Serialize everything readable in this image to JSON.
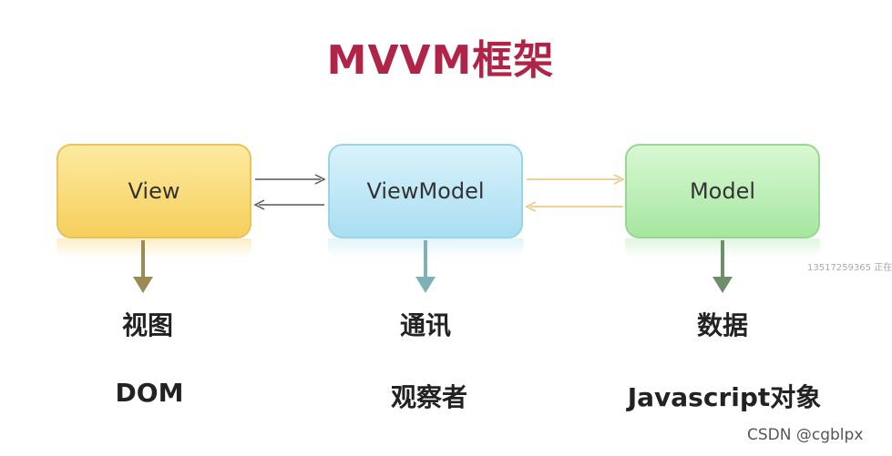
{
  "title": "MVVM框架",
  "boxes": {
    "view": "View",
    "viewmodel": "ViewModel",
    "model": "Model"
  },
  "labels": {
    "row1": [
      "视图",
      "通讯",
      "数据"
    ],
    "row2": [
      "DOM",
      "观察者",
      "Javascript对象"
    ]
  },
  "watermark": {
    "side": "13517259365 正在",
    "csdn": "CSDN @cgblpx"
  },
  "colors": {
    "title": "#b02448",
    "view": "#f6cf5c",
    "viewmodel": "#a9def2",
    "model": "#a6e6a0"
  }
}
